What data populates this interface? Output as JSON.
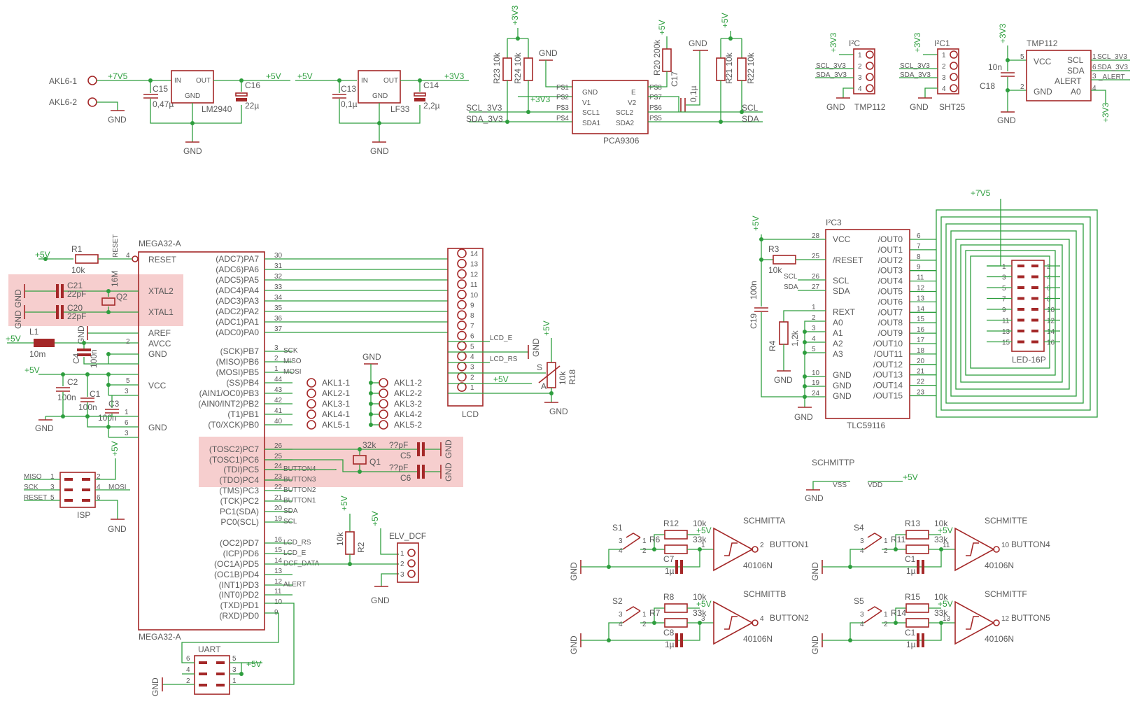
{
  "labels": {
    "akl6_1": "AKL6-1",
    "akl6_2": "AKL6-2",
    "n7v5": "+7V5",
    "p5v": "+5V",
    "p3v3": "+3V3",
    "gnd": "GND",
    "c15": "C15",
    "c15v": "0,47µ",
    "lm2940": "LM2940",
    "c16": "C16",
    "c16v": "22µ",
    "in": "IN",
    "out": "OUT",
    "c13": "C13",
    "c13v": "0,1µ",
    "lf33": "LF33",
    "c14": "C14",
    "c14v": "2,2µ",
    "r23": "R23 10k",
    "r24": "R24 10k",
    "scl3v3": "SCL_3V3",
    "sda3v3": "SDA_3V3",
    "ps1": "P$1",
    "ps2": "P$2",
    "ps3": "P$3",
    "ps4": "P$4",
    "pgnd": "GND",
    "v1": "V1",
    "scl1": "SCL1",
    "sda1": "SDA1",
    "e": "E",
    "v2": "V2",
    "scl2": "SCL2",
    "sda2": "SDA2",
    "ps8": "P$8",
    "ps7": "P$7",
    "ps6": "P$6",
    "ps5": "P$5",
    "pca": "PCA9306",
    "r20": "R20 200k",
    "c17": "C17",
    "c17v": "0,1µ",
    "r21": "R21 10k",
    "r22": "R22 10k",
    "scl": "SCL",
    "sda": "SDA",
    "i2c": "I²C",
    "i2c1": "I²C1",
    "scl_3v3": "SCL_3V3",
    "sda_3v3": "SDA_3V3",
    "tmp112": "TMP112",
    "sht25": "SHT25",
    "n1": "1",
    "n2": "2",
    "n3": "3",
    "n4": "4",
    "n5": "5",
    "n6": "6",
    "c18v": "10n",
    "c18": "C18",
    "tmpvcc": "VCC",
    "tmpscl": "SCL",
    "tmpsda": "SDA",
    "tmpalert": "ALERT",
    "tmpgnd": "GND",
    "tmpa0": "A0",
    "alert": "_ALERT",
    "mega": "MEGA32-A",
    "reset": "RESET",
    "r1": "R1",
    "r1v": "10k",
    "resetpin": "RESET",
    "xtal2": "XTAL2",
    "xtal1": "XTAL1",
    "c21": "C21",
    "c21v": "22pF",
    "c20": "C20",
    "c20v": "22pF",
    "q2": "Q2",
    "q2v": "16M",
    "aref": "AREF",
    "avcc": "AVCC",
    "l1": "L1",
    "l1v": "10m",
    "c4": "C4",
    "c4v": "100n",
    "vcc": "VCC",
    "c2": "C2",
    "c2v": "100n",
    "c1": "C1",
    "c1v": "100n",
    "c3": "C3",
    "c3v": "100n",
    "pa7": "(ADC7)PA7",
    "pa6": "(ADC6)PA6",
    "pa5": "(ADC5)PA5",
    "pa4": "(ADC4)PA4",
    "pa3": "(ADC3)PA3",
    "pa2": "(ADC2)PA2",
    "pa1": "(ADC1)PA1",
    "pa0": "(ADC0)PA0",
    "pb7": "(SCK)PB7",
    "pb6": "(MISO)PB6",
    "pb5": "(MOSI)PB5",
    "pb4": "(SS)PB4",
    "pb3": "(AIN1/OC0)PB3",
    "pb2": "(AIN0/INT2)PB2",
    "pb1": "(T1)PB1",
    "pb0": "(T0/XCK)PB0",
    "pc7": "(TOSC2)PC7",
    "pc6": "(TOSC1)PC6",
    "pc5": "(TDI)PC5",
    "pc4": "(TDO)PC4",
    "pc3": "(TMS)PC3",
    "pc2": "(TCK)PC2",
    "pc1": "PC1(SDA)",
    "pc0": "PC0(SCL)",
    "pd7": "(OC2)PD7",
    "pd6": "(ICP)PD6",
    "pd5": "(OC1A)PD5",
    "pd4": "(OC1B)PD4",
    "pd3": "(INT1)PD3",
    "pd2": "(INT0)PD2",
    "pd1": "(TXD)PD1",
    "pd0": "(RXD)PD0",
    "sck": "SCK",
    "miso": "MISO",
    "mosi": "MOSI",
    "akl11": "AKL1-1",
    "akl21": "AKL2-1",
    "akl31": "AKL3-1",
    "akl41": "AKL4-1",
    "akl51": "AKL5-1",
    "akl12": "AKL1-2",
    "akl22": "AKL2-2",
    "akl32": "AKL3-2",
    "akl42": "AKL4-2",
    "akl52": "AKL5-2",
    "q1v": "32k",
    "q1": "Q1",
    "c5v": "??pF",
    "c5": "C5",
    "c6v": "??pF",
    "c6": "C6",
    "button1": "BUTTON1",
    "button2": "BUTTON2",
    "button3": "BUTTON3",
    "button4": "BUTTON4",
    "button5": "BUTTON5",
    "lcd_e": "LCD_E",
    "lcd_rs": "LCD_RS",
    "dcf_data": "DCF_DATA",
    "lcd": "LCD",
    "r18": "R18",
    "r18v": "10k",
    "s": "S",
    "a": "A",
    "r2": "R2",
    "r2v": "10k",
    "elv": "ELV_DCF",
    "isp": "ISP",
    "uart": "UART",
    "ic3": "I²C3",
    "tlc": "TLC59116",
    "tvcc": "VCC",
    "treset": "/RESET",
    "tscl": "SCL",
    "tsda": "SDA",
    "trext": "REXT",
    "ta0": "A0",
    "ta1": "A1",
    "ta2": "A2",
    "ta3": "A3",
    "r3": "R3",
    "r3v": "10k",
    "r4": "R4",
    "r4v": "1,2k",
    "c19": "C19",
    "c19v": "100n",
    "out0": "/OUT0",
    "out1": "/OUT1",
    "out2": "/OUT2",
    "out3": "/OUT3",
    "out4": "/OUT4",
    "out5": "/OUT5",
    "out6": "/OUT6",
    "out7": "/OUT7",
    "out8": "/OUT8",
    "out9": "/OUT9",
    "out10": "/OUT10",
    "out11": "/OUT11",
    "out12": "/OUT12",
    "out13": "/OUT13",
    "out14": "/OUT14",
    "out15": "/OUT15",
    "led16": "LED-16P",
    "schmittp": "SCHMITTP",
    "vss": "VSS",
    "vdd": "VDD",
    "schmitta": "SCHMITTA",
    "schmittb": "SCHMITTB",
    "schmitte": "SCHMITTE",
    "schmittf": "SCHMITTF",
    "n40106": "40106N",
    "s1": "S1",
    "s2": "S2",
    "s4": "S4",
    "s5": "S5",
    "r12": "R12",
    "r6": "R6",
    "r8": "R8",
    "r7": "R7",
    "r13": "R13",
    "r11": "R11",
    "r15": "R15",
    "r14": "R14",
    "v10k": "10k",
    "v33k": "33k",
    "c7": "C7",
    "c8": "C8",
    "c1x": "C1",
    "c1u": "1µ"
  }
}
